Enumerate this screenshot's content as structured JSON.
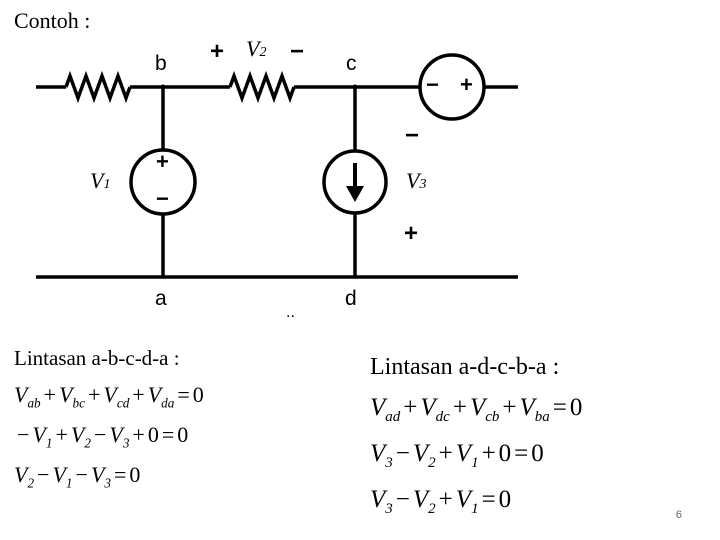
{
  "title": "Contoh :",
  "circuit": {
    "nodes": {
      "a": "a",
      "b": "b",
      "c": "c",
      "d": "d"
    },
    "v1": {
      "symbol": "V",
      "sub": "1",
      "plus": "+",
      "minus": "−"
    },
    "v2": {
      "symbol": "V",
      "sub": "2",
      "plus": "+",
      "minus": "−"
    },
    "v3": {
      "symbol": "V",
      "sub": "3",
      "plus": "+",
      "minus": "−"
    },
    "right_source": {
      "plus": "+",
      "minus": "−"
    },
    "dots": "..",
    "colors": {
      "ink": "#000000"
    }
  },
  "loop_left": {
    "heading": "Lintasan a-b-c-d-a :",
    "equations": [
      [
        [
          "V",
          "ab"
        ],
        [
          "+"
        ],
        [
          "V",
          "bc"
        ],
        [
          "+"
        ],
        [
          "V",
          "cd"
        ],
        [
          "+"
        ],
        [
          "V",
          "da"
        ],
        [
          "="
        ],
        [
          "0"
        ]
      ],
      [
        [
          "−"
        ],
        [
          "V",
          "1"
        ],
        [
          "+"
        ],
        [
          "V",
          "2"
        ],
        [
          "−"
        ],
        [
          "V",
          "3"
        ],
        [
          "+"
        ],
        [
          "0"
        ],
        [
          "="
        ],
        [
          "0"
        ]
      ],
      [
        [
          "V",
          "2"
        ],
        [
          "−"
        ],
        [
          "V",
          "1"
        ],
        [
          "−"
        ],
        [
          "V",
          "3"
        ],
        [
          "="
        ],
        [
          "0"
        ]
      ]
    ]
  },
  "loop_right": {
    "heading": "Lintasan a-d-c-b-a :",
    "equations": [
      [
        [
          "V",
          "ad"
        ],
        [
          "+"
        ],
        [
          "V",
          "dc"
        ],
        [
          "+"
        ],
        [
          "V",
          "cb"
        ],
        [
          "+"
        ],
        [
          "V",
          "ba"
        ],
        [
          "="
        ],
        [
          "0"
        ]
      ],
      [
        [
          "V",
          "3"
        ],
        [
          "−"
        ],
        [
          "V",
          "2"
        ],
        [
          "+"
        ],
        [
          "V",
          "1"
        ],
        [
          "+"
        ],
        [
          "0"
        ],
        [
          "="
        ],
        [
          "0"
        ]
      ],
      [
        [
          "V",
          "3"
        ],
        [
          "−"
        ],
        [
          "V",
          "2"
        ],
        [
          "+"
        ],
        [
          "V",
          "1"
        ],
        [
          "="
        ],
        [
          "0"
        ]
      ]
    ]
  },
  "page_number": "6"
}
